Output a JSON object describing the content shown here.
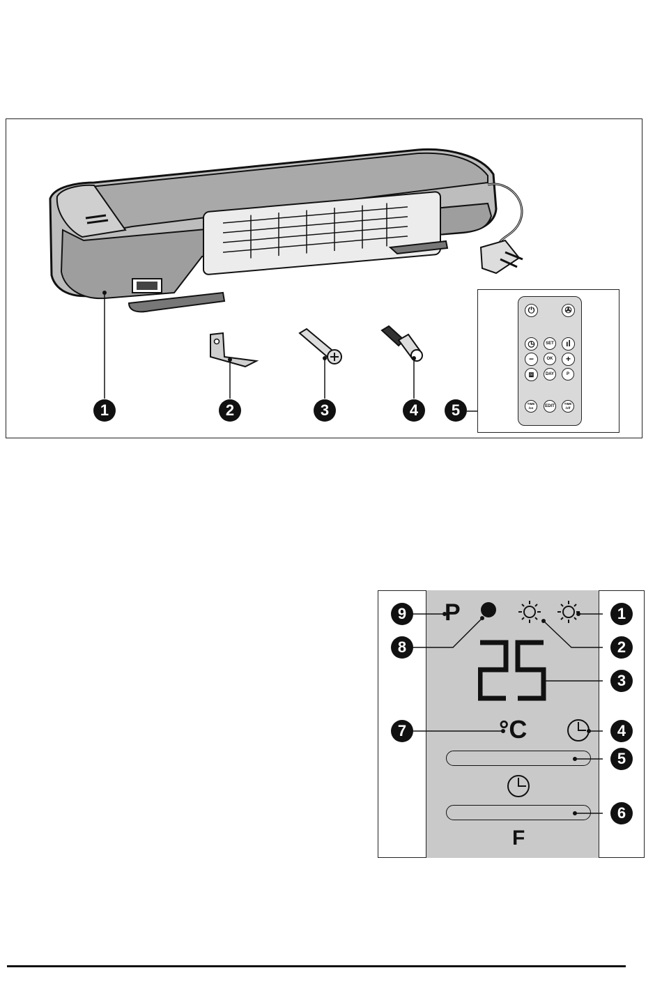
{
  "figure1": {
    "callouts": [
      "1",
      "2",
      "3",
      "4",
      "5"
    ],
    "remote": {
      "buttons": {
        "set": "SET",
        "ok": "OK",
        "day": "DAY",
        "p": "P",
        "edit": "EDIT",
        "time_on": "TIME /on",
        "time_off": "TIME /off",
        "minus": "−",
        "plus": "+"
      }
    }
  },
  "figure2": {
    "callouts": [
      "1",
      "2",
      "3",
      "4",
      "5",
      "6",
      "7",
      "8",
      "9"
    ],
    "display": {
      "p_label": "P",
      "temperature": "25",
      "unit": "°C",
      "f_label": "F"
    }
  }
}
